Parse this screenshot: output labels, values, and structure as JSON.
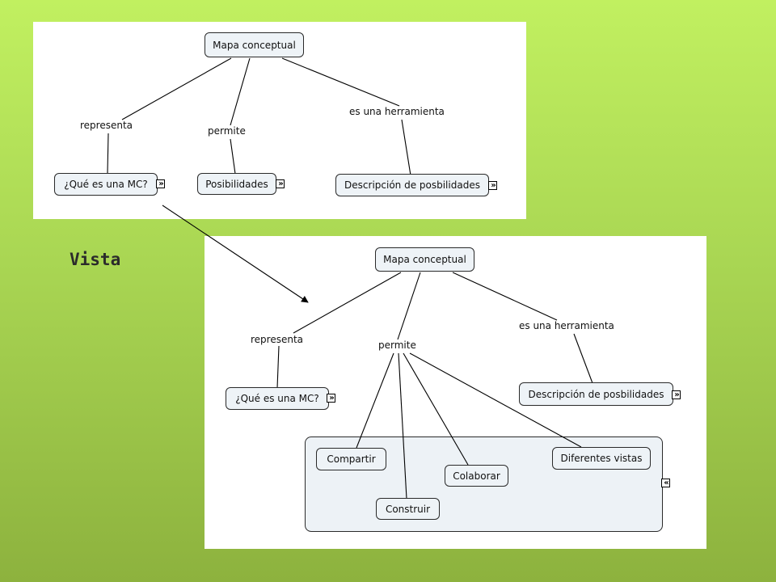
{
  "side_label": "Vista",
  "top_map": {
    "root": "Mapa conceptual",
    "links": [
      "representa",
      "permite",
      "es una herramienta"
    ],
    "concepts": [
      "¿Qué es una MC?",
      "Posibilidades",
      "Descripción de posbilidades"
    ],
    "expand_glyph": "»"
  },
  "bottom_map": {
    "root": "Mapa conceptual",
    "links": [
      "representa",
      "permite",
      "es una herramienta"
    ],
    "concepts": [
      "¿Qué es una MC?",
      "Descripción de posbilidades"
    ],
    "group_items": [
      "Compartir",
      "Colaborar",
      "Diferentes vistas",
      "Construir"
    ],
    "expand_glyph": "»",
    "collapse_glyph": "«"
  }
}
